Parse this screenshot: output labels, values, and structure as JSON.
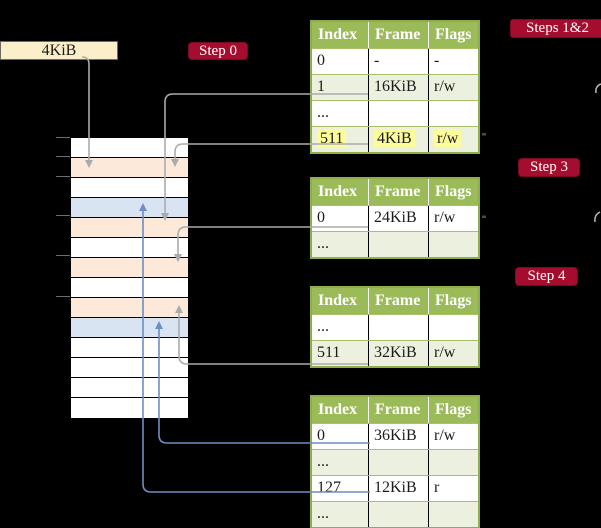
{
  "size_box": {
    "label": "4KiB"
  },
  "badges": {
    "step0": "Step 0",
    "steps12": "Steps 1&2",
    "step3": "Step 3",
    "step4": "Step 4"
  },
  "tables": [
    {
      "name": "page-table-step0",
      "headers": [
        "Index",
        "Frame",
        "Flags"
      ],
      "rows": [
        {
          "cells": [
            "0",
            "-",
            "-"
          ]
        },
        {
          "cells": [
            "1",
            "16KiB",
            "r/w"
          ]
        },
        {
          "cells": [
            "...",
            "",
            ""
          ]
        },
        {
          "cells": [
            "511",
            "4KiB",
            "r/w"
          ],
          "highlighted": true
        }
      ]
    },
    {
      "name": "page-table-step3",
      "headers": [
        "Index",
        "Frame",
        "Flags"
      ],
      "rows": [
        {
          "cells": [
            "0",
            "24KiB",
            "r/w"
          ]
        },
        {
          "cells": [
            "...",
            "",
            ""
          ]
        }
      ]
    },
    {
      "name": "page-table-step4",
      "headers": [
        "Index",
        "Frame",
        "Flags"
      ],
      "rows": [
        {
          "cells": [
            "...",
            "",
            ""
          ]
        },
        {
          "cells": [
            "511",
            "32KiB",
            "r/w"
          ]
        }
      ]
    },
    {
      "name": "page-table-final",
      "headers": [
        "Index",
        "Frame",
        "Flags"
      ],
      "rows": [
        {
          "cells": [
            "0",
            "36KiB",
            "r/w"
          ]
        },
        {
          "cells": [
            "...",
            "",
            ""
          ]
        },
        {
          "cells": [
            "127",
            "12KiB",
            "r"
          ]
        },
        {
          "cells": [
            "...",
            "",
            ""
          ]
        }
      ]
    }
  ],
  "memory": {
    "rows": [
      "white",
      "peach",
      "white",
      "blue",
      "peach",
      "white",
      "peach",
      "white",
      "peach",
      "blue",
      "white",
      "white",
      "white",
      "white"
    ]
  },
  "colors": {
    "background": "#000000",
    "badge_red": "#A50D2E",
    "table_header_green": "#9BBB59",
    "table_border_olive": "#8FAE49",
    "row_light_green": "#EBF1DE",
    "highlight_yellow": "#FCFC9B",
    "mem_peach": "#FDE9D9",
    "mem_blue": "#D8E4F2",
    "size_box_cream": "#FBEFC9",
    "arrow_grey": "#ABABAB",
    "arrow_blue": "#6F8EC3"
  }
}
